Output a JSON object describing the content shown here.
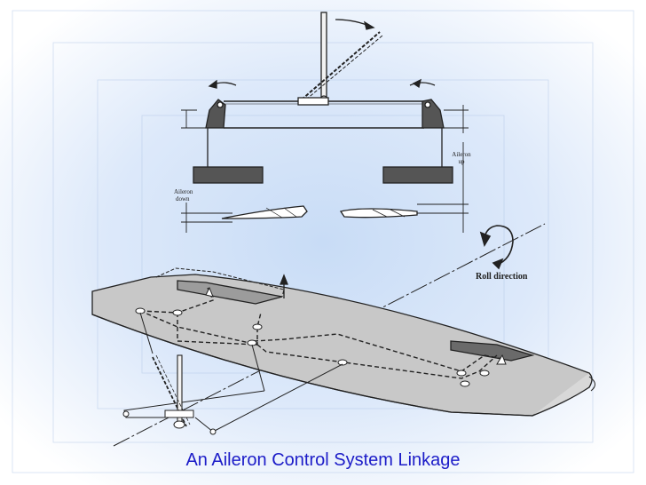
{
  "caption": "An Aileron Control System Linkage",
  "labels": {
    "aileron_up": [
      "Aileron",
      "up"
    ],
    "aileron_down": [
      "Aileron",
      "down"
    ],
    "roll_direction": "Roll direction"
  },
  "colors": {
    "caption": "#1c1cc8",
    "background_outer": "#ffffff",
    "background_inner": "#c8dcf6",
    "wing_fill": "#c8c8c8",
    "ink": "#222222"
  }
}
